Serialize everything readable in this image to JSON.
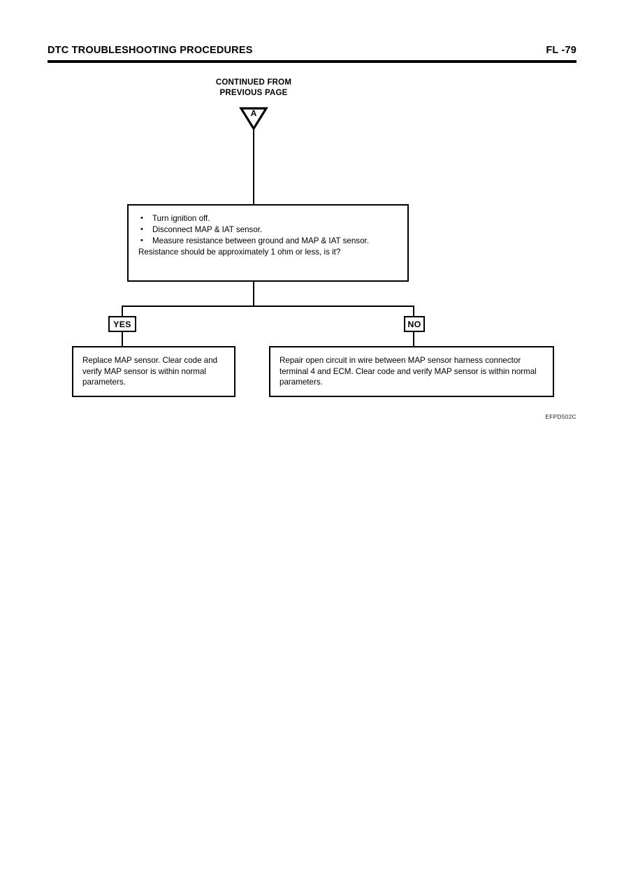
{
  "header": {
    "title": "DTC TROUBLESHOOTING PROCEDURES",
    "page_label": "FL -79"
  },
  "flowchart": {
    "entry_caption_line1": "CONTINUED FROM",
    "entry_caption_line2": "PREVIOUS PAGE",
    "entry_connector_letter": "A",
    "test_step": {
      "bullets": [
        "Turn ignition off.",
        "Disconnect MAP & IAT sensor.",
        "Measure resistance between ground and MAP & IAT sensor."
      ],
      "question": "Resistance should be approximately 1 ohm or less, is it?"
    },
    "branches": [
      {
        "tag": "YES",
        "outcome": "Replace MAP sensor. Clear code and verify MAP sensor is within normal parameters."
      },
      {
        "tag": "NO",
        "outcome": "Repair open circuit in wire between MAP sensor harness connector terminal 4 and ECM. Clear code and verify MAP sensor is within normal parameters."
      }
    ]
  },
  "figure_reference": "EFPD502C"
}
